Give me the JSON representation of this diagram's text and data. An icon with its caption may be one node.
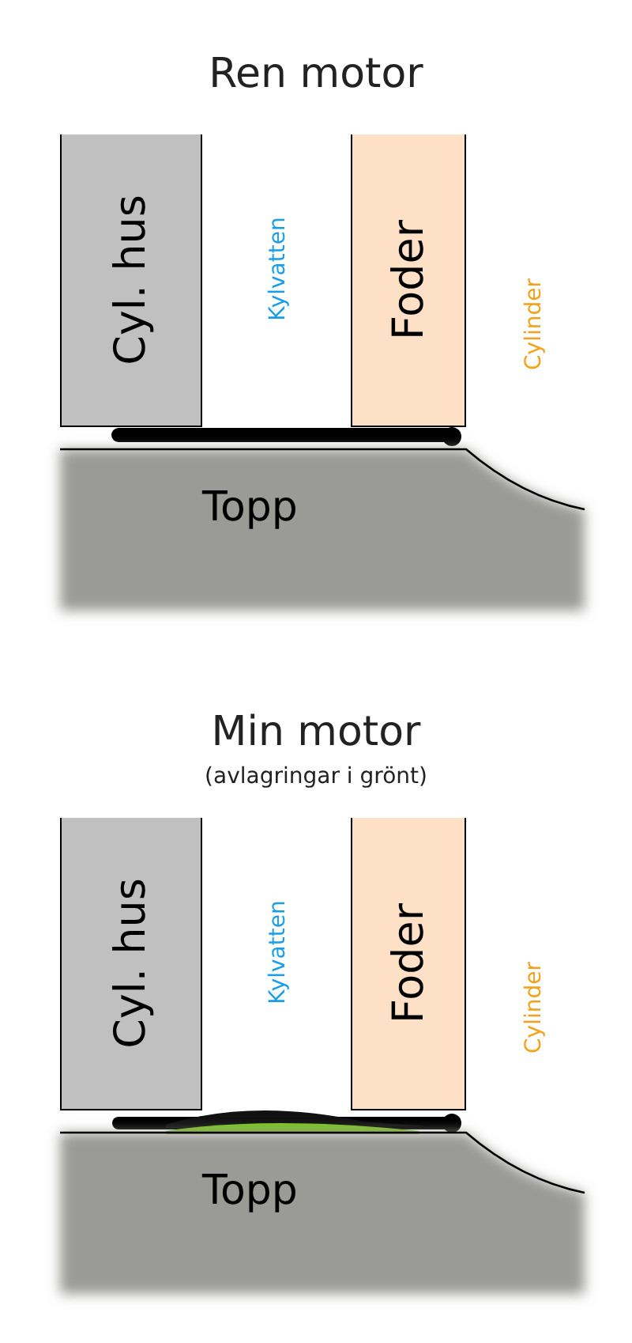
{
  "diagram": {
    "nodes": [
      {
        "text": [
          "Cyl. hus"
        ]
      },
      {
        "text": [
          "Foder"
        ]
      },
      {
        "text": [
          "Topp"
        ]
      },
      {
        "text": [
          "Cyl. hus"
        ]
      },
      {
        "text": [
          "Foder"
        ]
      },
      {
        "text": [
          "Topp"
        ]
      }
    ],
    "labels": [
      "Ren motor",
      "Kylvatten",
      "Cylinder",
      "Min motor",
      "(avlagringar i grönt)",
      "Kylvatten",
      "Cylinder"
    ]
  }
}
